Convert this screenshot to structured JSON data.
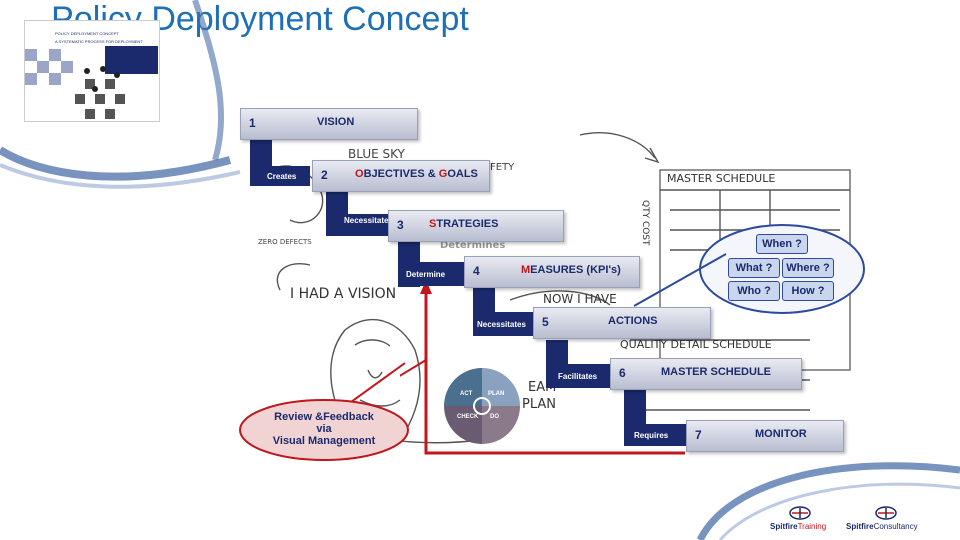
{
  "slide": {
    "title": "Policy Deployment Concept",
    "thumbnail": {
      "title_line1": "POLICY DEPLOYMENT CONCEPT",
      "title_line2": "A SYSTEMATIC PROCESS FOR DEPLOYMENT"
    }
  },
  "steps": [
    {
      "num": "1",
      "label": "VISION",
      "first": ""
    },
    {
      "num": "2",
      "label": "BJECTIVES & ",
      "first": "O",
      "label2": "G",
      "label3": "OALS"
    },
    {
      "num": "3",
      "label": "TRATEGIES",
      "first": "S"
    },
    {
      "num": "4",
      "label": "EASURES (KPI's)",
      "first": "M"
    },
    {
      "num": "5",
      "label": "ACTIONS",
      "first": ""
    },
    {
      "num": "6",
      "label": "MASTER SCHEDULE",
      "first": ""
    },
    {
      "num": "7",
      "label": "MONITOR",
      "first": ""
    }
  ],
  "connectors": [
    "Creates",
    "Necessitate",
    "Determine",
    "Necessitates",
    "Facilitates",
    "Requires"
  ],
  "questions": {
    "when": "When ?",
    "what": "What ?",
    "where": "Where ?",
    "who": "Who ?",
    "how": "How ?"
  },
  "review": {
    "line1": "Review &Feedback",
    "line2": "via",
    "line3": "Visual Management"
  },
  "pdca": {
    "act": "ACT",
    "plan": "PLAN",
    "check": "CHECK",
    "do": "DO"
  },
  "sketch_text": {
    "blue_sky": "BLUE SKY",
    "safety": "FETY",
    "zero_defects": "ZERO DEFECTS",
    "determines": "Determines",
    "vision": "I HAD A VISION",
    "now_i_have": "NOW I HAVE",
    "master_schedule": "MASTER SCHEDULE",
    "quality_detail": "QUALITY DETAIL SCHEDULE",
    "team_plan_1": "EAM",
    "team_plan_2": "PLAN",
    "qty_cost": "QTY COST"
  },
  "logos": {
    "training_brand": "Spitfire",
    "training_suffix": "Training",
    "consultancy_brand": "Spitfire",
    "consultancy_suffix": "Consultancy"
  },
  "colors": {
    "title": "#1f6fb5",
    "navy": "#1a2a6c",
    "red": "#c0161c",
    "swoosh": "#4a6fa8"
  }
}
